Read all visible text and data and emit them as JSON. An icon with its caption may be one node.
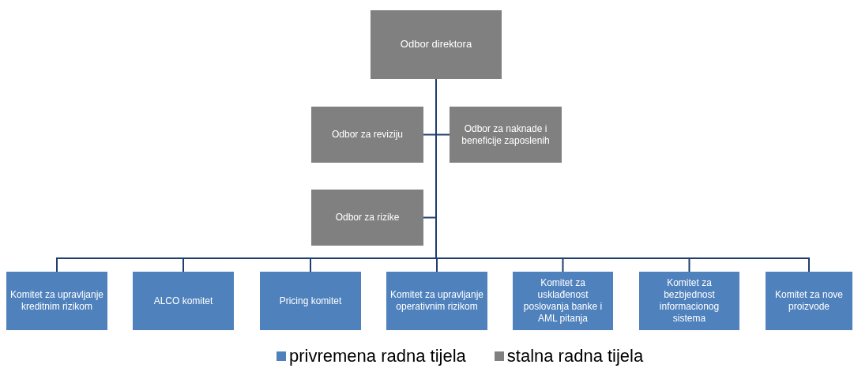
{
  "diagram": {
    "nodes": [
      {
        "text": [
          "Odbor direktora"
        ]
      },
      {
        "text": [
          "Odbor za reviziju"
        ]
      },
      {
        "text": [
          "Odbor za naknade i beneficije zaposlenih"
        ]
      },
      {
        "text": [
          "Odbor za rizike"
        ]
      },
      {
        "text": [
          "Komitet za upravljanje kreditnim rizikom"
        ]
      },
      {
        "text": [
          "ALCO komitet"
        ]
      },
      {
        "text": [
          "Pricing komitet"
        ]
      },
      {
        "text": [
          "Komitet za upravljanje operativnim rizikom"
        ]
      },
      {
        "text": [
          "Komitet za usklađenost poslovanja banke i AML pitanja"
        ]
      },
      {
        "text": [
          "Komitet za bezbjednost informacionog sistema"
        ]
      },
      {
        "text": [
          "Komitet za nove proizvode"
        ]
      }
    ],
    "edges": [
      {
        "from": 0,
        "to": 1,
        "arrow": "none"
      },
      {
        "from": 0,
        "to": 2,
        "arrow": "none"
      },
      {
        "from": 0,
        "to": 3,
        "arrow": "none"
      },
      {
        "from": 0,
        "to": 4,
        "arrow": "none"
      },
      {
        "from": 0,
        "to": 5,
        "arrow": "none"
      },
      {
        "from": 0,
        "to": 6,
        "arrow": "none"
      },
      {
        "from": 0,
        "to": 7,
        "arrow": "none"
      },
      {
        "from": 0,
        "to": 8,
        "arrow": "none"
      },
      {
        "from": 0,
        "to": 9,
        "arrow": "none"
      },
      {
        "from": 0,
        "to": 10,
        "arrow": "none"
      }
    ],
    "legend": [
      {
        "text": "privremena radna tijela",
        "color": "#4f81bd"
      },
      {
        "text": "stalna radna tijela",
        "color": "#808080"
      }
    ]
  }
}
